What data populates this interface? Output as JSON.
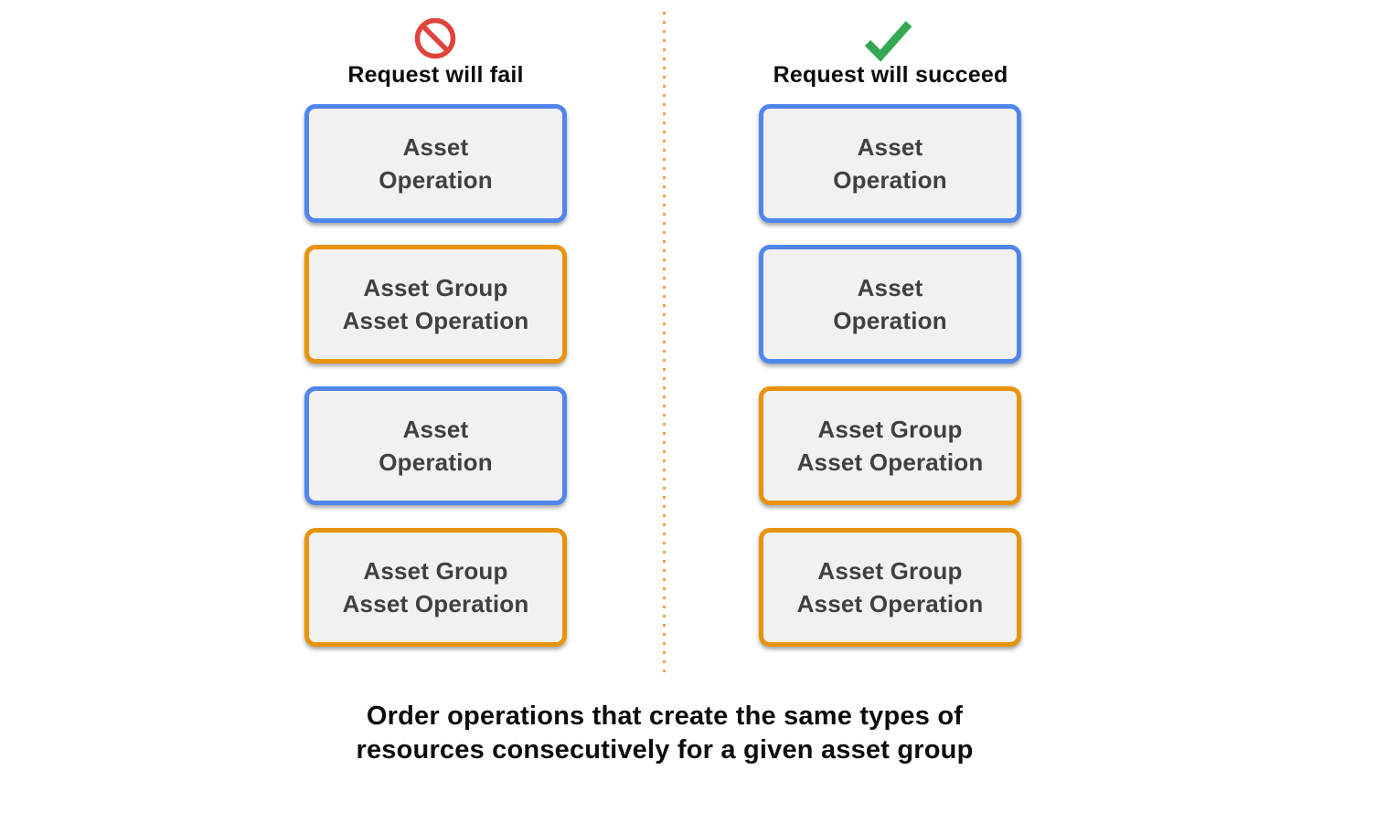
{
  "colors": {
    "blue": "#4e86ec",
    "orange": "#e8930c",
    "green": "#34a853",
    "red": "#e0433a",
    "box_fill": "#f1f1f1",
    "divider": "#e8a44c",
    "box_text": "#404040",
    "heading_text": "#0c0c0c"
  },
  "columns": [
    {
      "id": "fail",
      "header": {
        "icon": "prohibition-icon",
        "label": "Request will fail"
      },
      "boxes": [
        {
          "type": "asset",
          "label": "Asset\nOperation"
        },
        {
          "type": "asset_group",
          "label": "Asset Group\nAsset Operation"
        },
        {
          "type": "asset",
          "label": "Asset\nOperation"
        },
        {
          "type": "asset_group",
          "label": "Asset Group\nAsset Operation"
        }
      ]
    },
    {
      "id": "succeed",
      "header": {
        "icon": "check-icon",
        "label": "Request will succeed"
      },
      "boxes": [
        {
          "type": "asset",
          "label": "Asset\nOperation"
        },
        {
          "type": "asset",
          "label": "Asset\nOperation"
        },
        {
          "type": "asset_group",
          "label": "Asset Group\nAsset Operation"
        },
        {
          "type": "asset_group",
          "label": "Asset Group\nAsset Operation"
        }
      ]
    }
  ],
  "caption": "Order operations that create the same types of\nresources consecutively for a given asset group"
}
